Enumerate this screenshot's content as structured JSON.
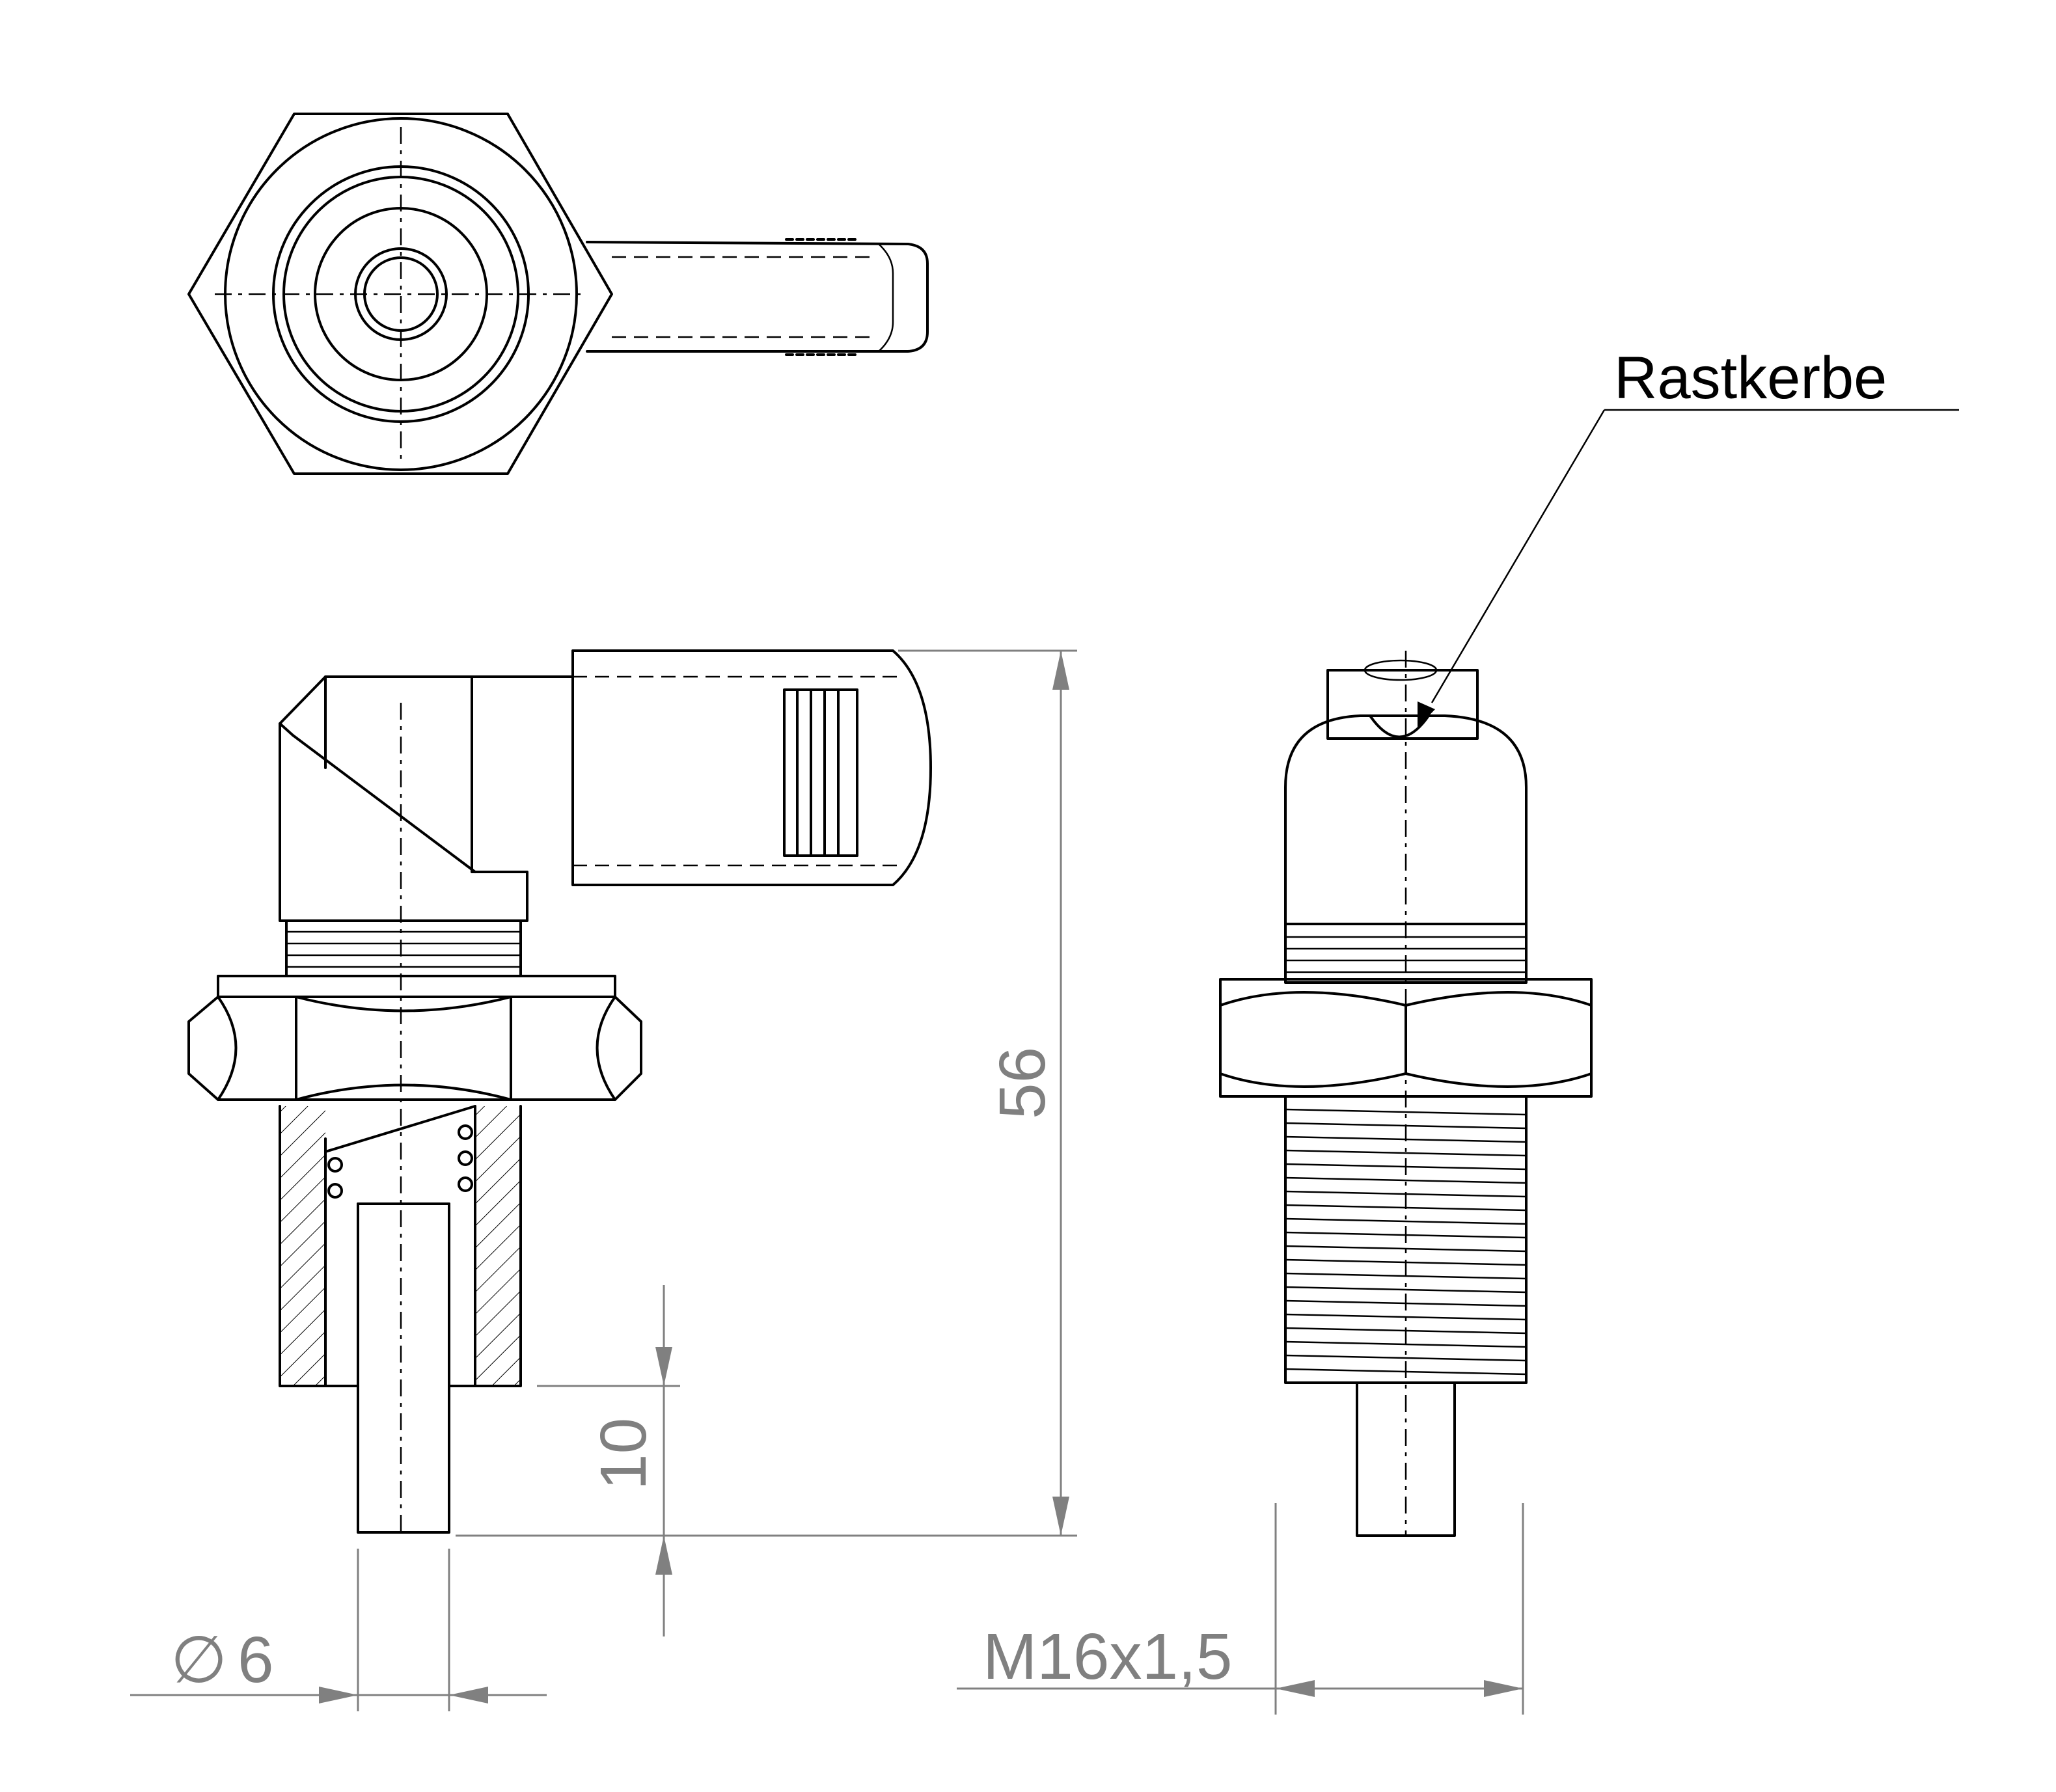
{
  "dimensions": {
    "diameter_symbol": "∅",
    "diameter_value": "6",
    "height_total": "56",
    "pin_length": "10",
    "thread": "M16x1,5"
  },
  "annotations": {
    "detent_notch": "Rastkerbe"
  }
}
